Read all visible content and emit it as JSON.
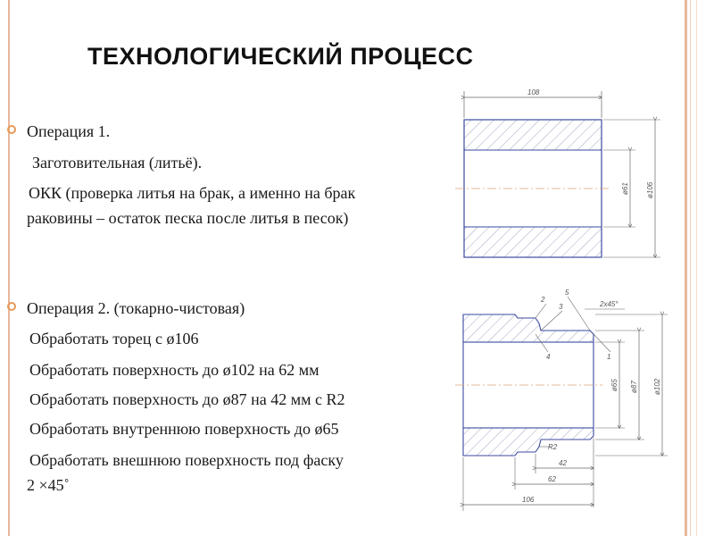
{
  "title": "ТЕХНОЛОГИЧЕСКИЙ ПРОЦЕСС",
  "operation1": {
    "heading": "Операция 1.",
    "lines": [
      "Заготовительная (литьё).",
      "ОКК (проверка литья на брак, а именно на брак",
      "раковины – остаток песка после литья в песок)"
    ]
  },
  "operation2": {
    "heading": "Операция 2. (токарно-чистовая)",
    "lines": [
      "Обработать торец с ø106",
      "Обработать поверхность до ø102 на 62 мм",
      "Обработать поверхность до ø87 на 42 мм с R2",
      "Обработать внутреннюю поверхность до ø65",
      "Обработать внешнюю поверхность под фаску",
      "2 ×45˚"
    ]
  },
  "drawing1": {
    "dim_length": "108",
    "dim_inner": "ø61",
    "dim_outer": "ø106"
  },
  "drawing2": {
    "callout_2": "2",
    "callout_3": "3",
    "callout_5": "5",
    "callout_1": "1",
    "callout_4": "4",
    "chamfer": "2х45°",
    "dim_inner": "ø65",
    "dim_mid": "ø87",
    "dim_outer": "ø102",
    "radius": "R2",
    "len_42": "42",
    "len_62": "62",
    "len_106": "106"
  },
  "colors": {
    "accent": "#e79a57",
    "rule": "#e9b79c",
    "outline": "#3b4aa0"
  }
}
